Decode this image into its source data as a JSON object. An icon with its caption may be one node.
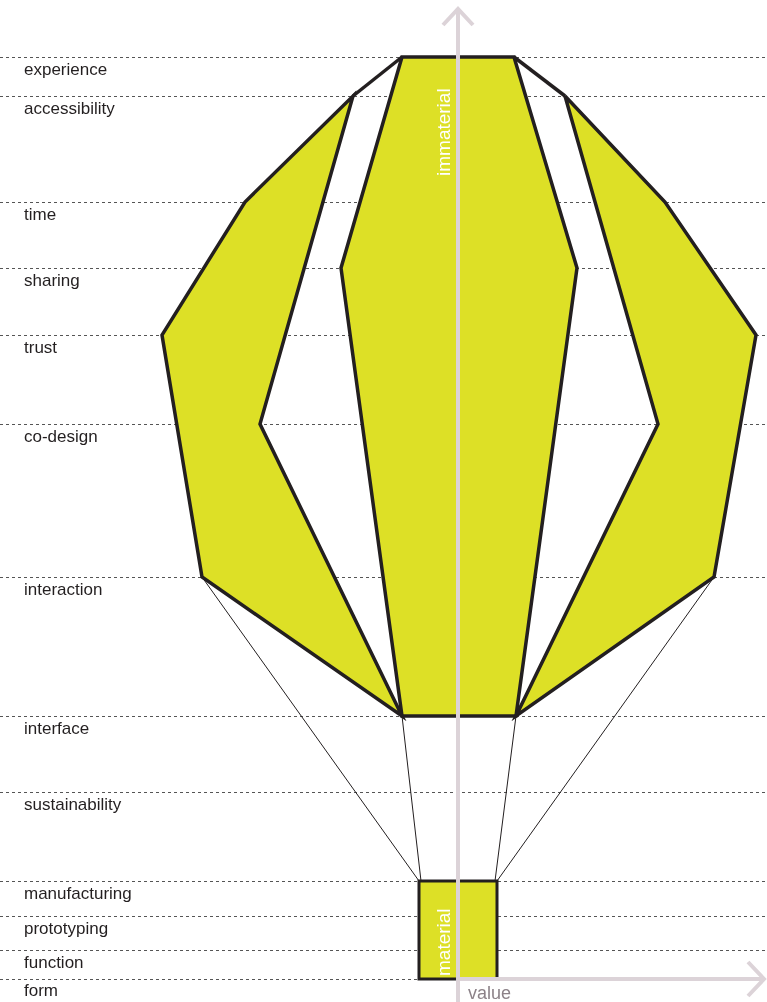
{
  "diagram": {
    "labels": [
      "experience",
      "accessibility",
      "time",
      "sharing",
      "trust",
      "co-design",
      "interaction",
      "interface",
      "sustainability",
      "manufacturing",
      "prototyping",
      "function",
      "form",
      "immaterial",
      "material",
      "value"
    ]
  }
}
